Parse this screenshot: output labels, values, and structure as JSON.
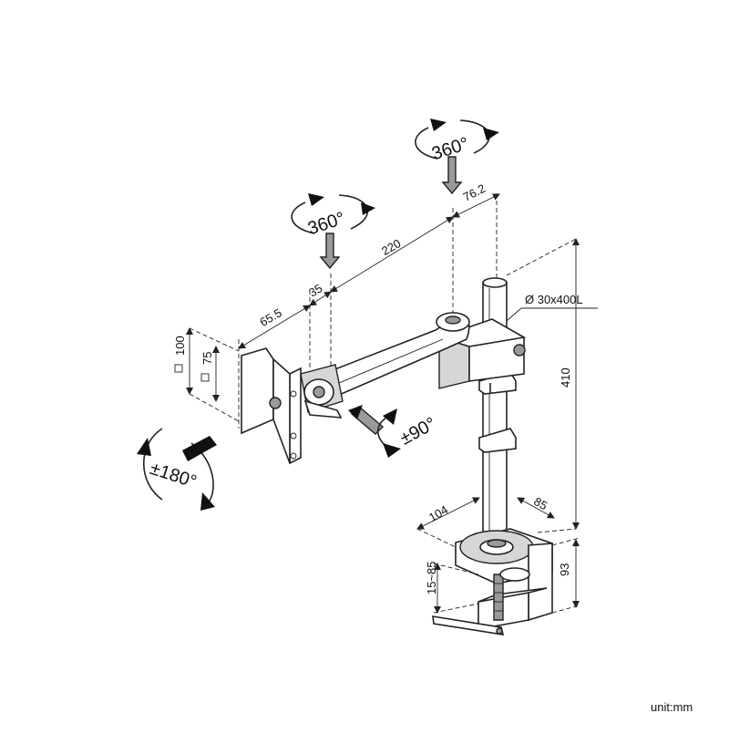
{
  "dimensions": {
    "d_76_2": "76.2",
    "d_220": "220",
    "d_35": "35",
    "d_65_5": "65.5",
    "d_100": "100",
    "d_75": "75",
    "d_pole": "Ø 30x400L",
    "d_410": "410",
    "d_104": "104",
    "d_85": "85",
    "d_93": "93",
    "d_15_85": "15~85"
  },
  "rotations": {
    "pole_top": "360°",
    "arm_joint": "360°",
    "tilt": "±90°",
    "swivel": "±180°"
  },
  "unit_label": "unit:mm",
  "colors": {
    "line": "#222222",
    "metal_light": "#d6d6d6",
    "metal_dark": "#9a9a9a",
    "background": "#ffffff"
  }
}
